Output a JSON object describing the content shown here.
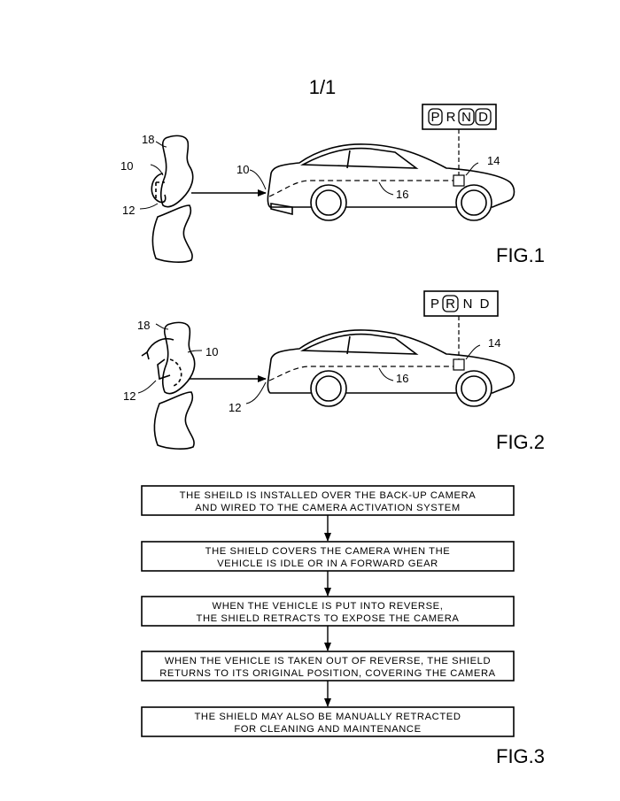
{
  "sheet_label": "1/1",
  "figures": [
    {
      "label": "FIG.1",
      "gear_letters": [
        "P",
        "R",
        "N",
        "D"
      ],
      "circled": [
        "P",
        "N",
        "D"
      ],
      "refs": {
        "shield_body": "18",
        "shield_left": "10",
        "mount": "12",
        "car_rear": "10",
        "wire": "16",
        "controller": "14"
      }
    },
    {
      "label": "FIG.2",
      "gear_letters": [
        "P",
        "R",
        "N",
        "D"
      ],
      "circled": [
        "R"
      ],
      "refs": {
        "shield_body": "18",
        "shield_right": "10",
        "mount": "12",
        "car_rear": "12",
        "wire": "16",
        "controller": "14"
      }
    }
  ],
  "flowchart": {
    "label": "FIG.3",
    "steps": [
      [
        "THE SHEILD IS INSTALLED OVER THE BACK-UP CAMERA",
        "AND WIRED TO THE CAMERA ACTIVATION SYSTEM"
      ],
      [
        "THE SHIELD COVERS THE CAMERA WHEN THE",
        "VEHICLE IS IDLE OR IN A FORWARD GEAR"
      ],
      [
        "WHEN THE VEHICLE IS PUT INTO REVERSE,",
        "THE SHIELD RETRACTS TO EXPOSE THE CAMERA"
      ],
      [
        "WHEN THE VEHICLE IS TAKEN OUT OF REVERSE, THE SHIELD",
        "RETURNS TO ITS ORIGINAL POSITION, COVERING THE CAMERA"
      ],
      [
        "THE SHIELD MAY ALSO BE MANUALLY RETRACTED",
        "FOR CLEANING AND MAINTENANCE"
      ]
    ]
  }
}
